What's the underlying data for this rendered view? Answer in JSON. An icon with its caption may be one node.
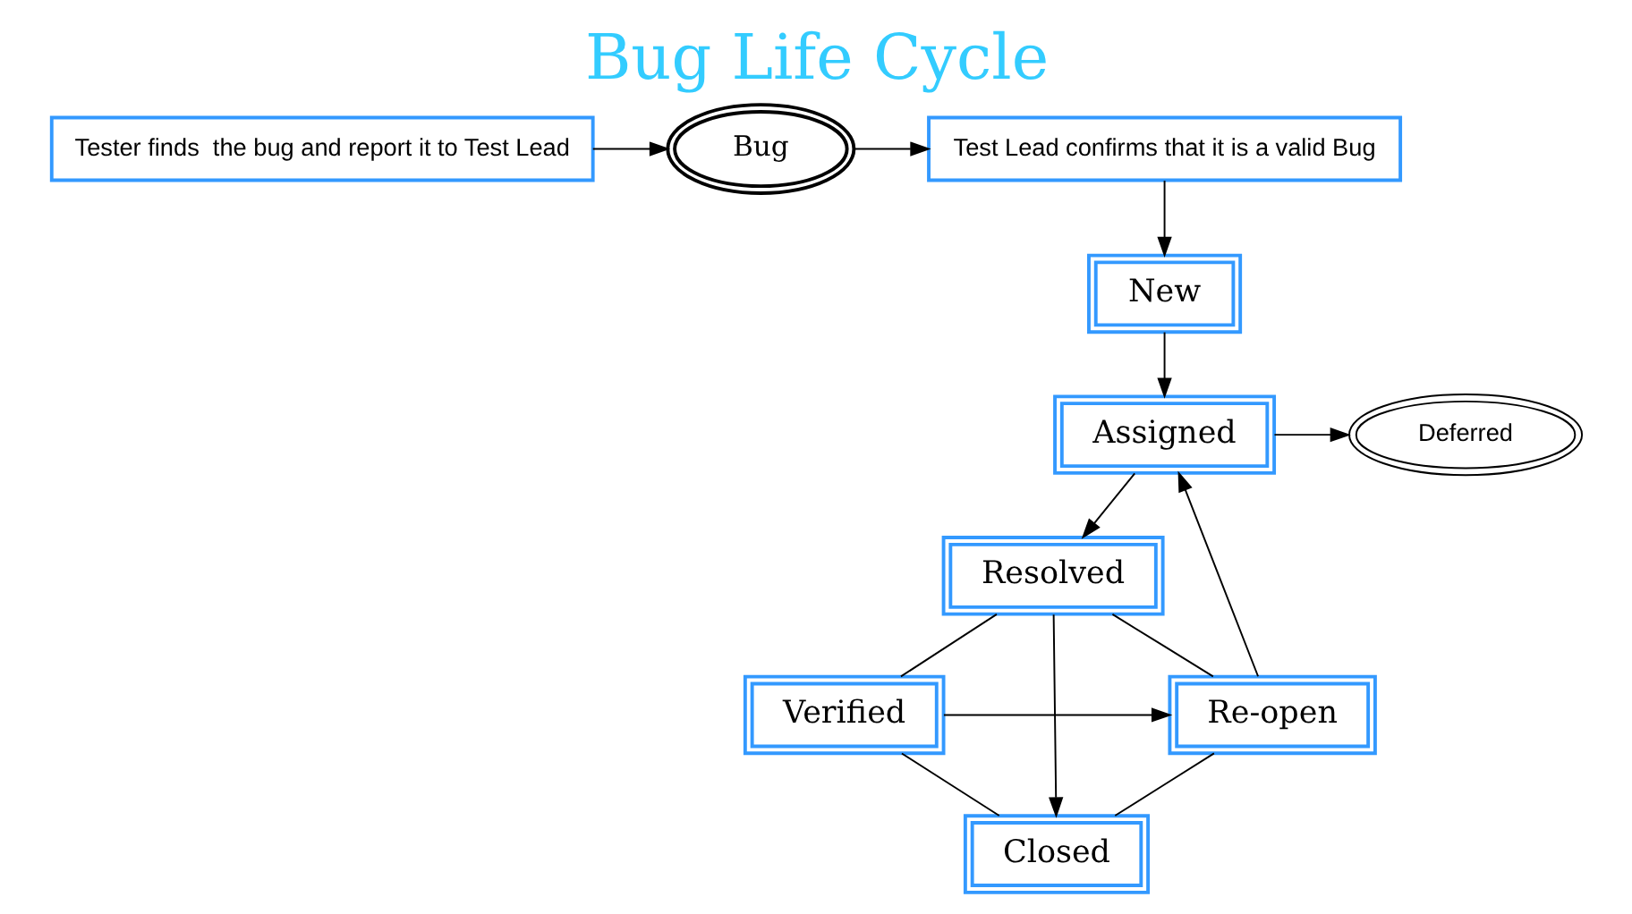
{
  "diagram": {
    "title": "Bug Life Cycle",
    "nodes": [
      {
        "text": [
          "Tester finds  the bug and report it to Test Lead"
        ]
      },
      {
        "text": [
          "Bug"
        ]
      },
      {
        "text": [
          "Test Lead confirms that it is a valid Bug"
        ]
      },
      {
        "text": [
          "New"
        ]
      },
      {
        "text": [
          "Deferred"
        ]
      },
      {
        "text": [
          "Assigned"
        ]
      },
      {
        "text": [
          "Resolved"
        ]
      },
      {
        "text": [
          "Re-open"
        ]
      },
      {
        "text": [
          "Verified"
        ]
      },
      {
        "text": [
          "Closed"
        ]
      }
    ],
    "edges": [
      {
        "from": 0,
        "to": 1,
        "arrow": "to"
      },
      {
        "from": 1,
        "to": 2,
        "arrow": "to"
      },
      {
        "from": 2,
        "to": 3,
        "arrow": "to"
      },
      {
        "from": 3,
        "to": 5,
        "arrow": "to"
      },
      {
        "from": 5,
        "to": 4,
        "arrow": "to"
      },
      {
        "from": 5,
        "to": 6,
        "arrow": "to"
      },
      {
        "from": 6,
        "to": 8,
        "arrow": "none"
      },
      {
        "from": 6,
        "to": 7,
        "arrow": "none"
      },
      {
        "from": 8,
        "to": 7,
        "arrow": "to"
      },
      {
        "from": 6,
        "to": 9,
        "arrow": "to"
      },
      {
        "from": 8,
        "to": 9,
        "arrow": "none"
      },
      {
        "from": 7,
        "to": 9,
        "arrow": "none"
      },
      {
        "from": 7,
        "to": 5,
        "arrow": "to"
      }
    ]
  }
}
